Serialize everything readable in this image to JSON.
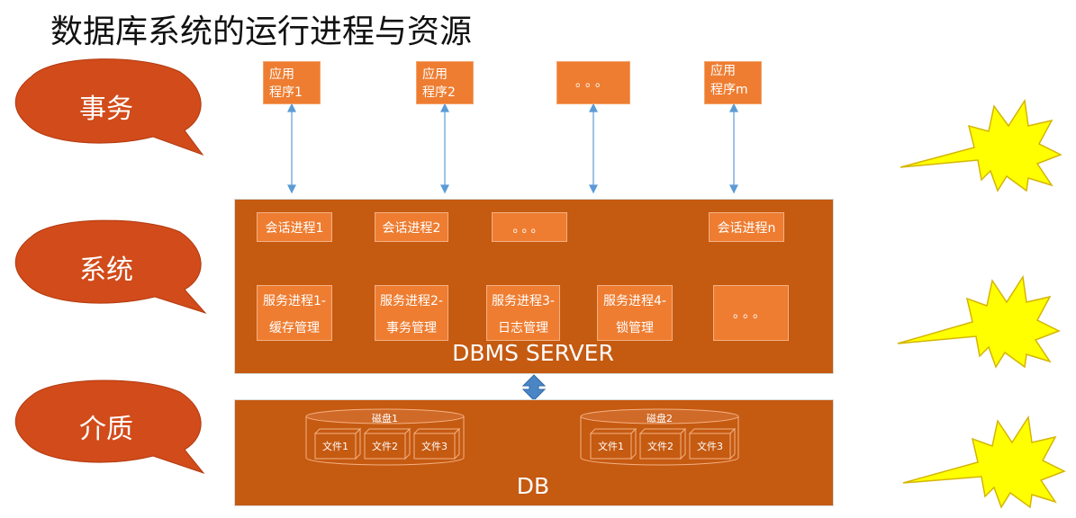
{
  "title": "数据库系统的运行进程与资源",
  "bubbles": [
    "事务",
    "系统",
    "介质"
  ],
  "apps": [
    {
      "line1": "应用",
      "line2": "程序1"
    },
    {
      "line1": "应用",
      "line2": "程序2"
    },
    {
      "line1": "。。。",
      "line2": ""
    },
    {
      "line1": "应用",
      "line2": "程序m"
    }
  ],
  "server": {
    "label": "DBMS SERVER",
    "sessions": [
      "会话进程1",
      "会话进程2",
      "。。。",
      "会话进程n"
    ],
    "services": [
      {
        "line1": "服务进程1-",
        "line2": "缓存管理"
      },
      {
        "line1": "服务进程2-",
        "line2": "事务管理"
      },
      {
        "line1": "服务进程3-",
        "line2": "日志管理"
      },
      {
        "line1": "服务进程4-",
        "line2": "锁管理"
      },
      {
        "line1": "。。。",
        "line2": ""
      }
    ]
  },
  "db": {
    "label": "DB",
    "disks": [
      {
        "name": "磁盘1",
        "files": [
          "文件1",
          "文件2",
          "文件3"
        ]
      },
      {
        "name": "磁盘2",
        "files": [
          "文件1",
          "文件2",
          "文件3"
        ]
      }
    ]
  },
  "colors": {
    "panel": "#c55a11",
    "box": "#ee7d31",
    "bubble": "#d24b1a",
    "arrow": "#5b9bd5",
    "explosion": "#ffff00"
  }
}
